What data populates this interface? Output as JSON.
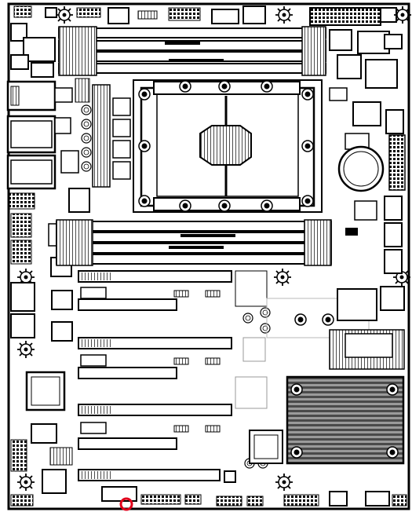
{
  "diagram": {
    "kind": "motherboard-layout-silkscreen",
    "colors": {
      "ink": "#000000",
      "paper": "#ffffff",
      "grey": "#b8b8b8",
      "highlight": "#e0001b"
    },
    "components": {
      "cpu_socket": "cpu-socket",
      "dimm_slots_upper": 4,
      "dimm_slots_lower": 4,
      "pcie_slots": 7,
      "fan_headers": 9,
      "sata_ports": 6,
      "heatsink": "chipset-heatsink",
      "battery": "cmos-battery",
      "highlight": "highlighted-header-pin"
    },
    "highlight_label": ""
  }
}
